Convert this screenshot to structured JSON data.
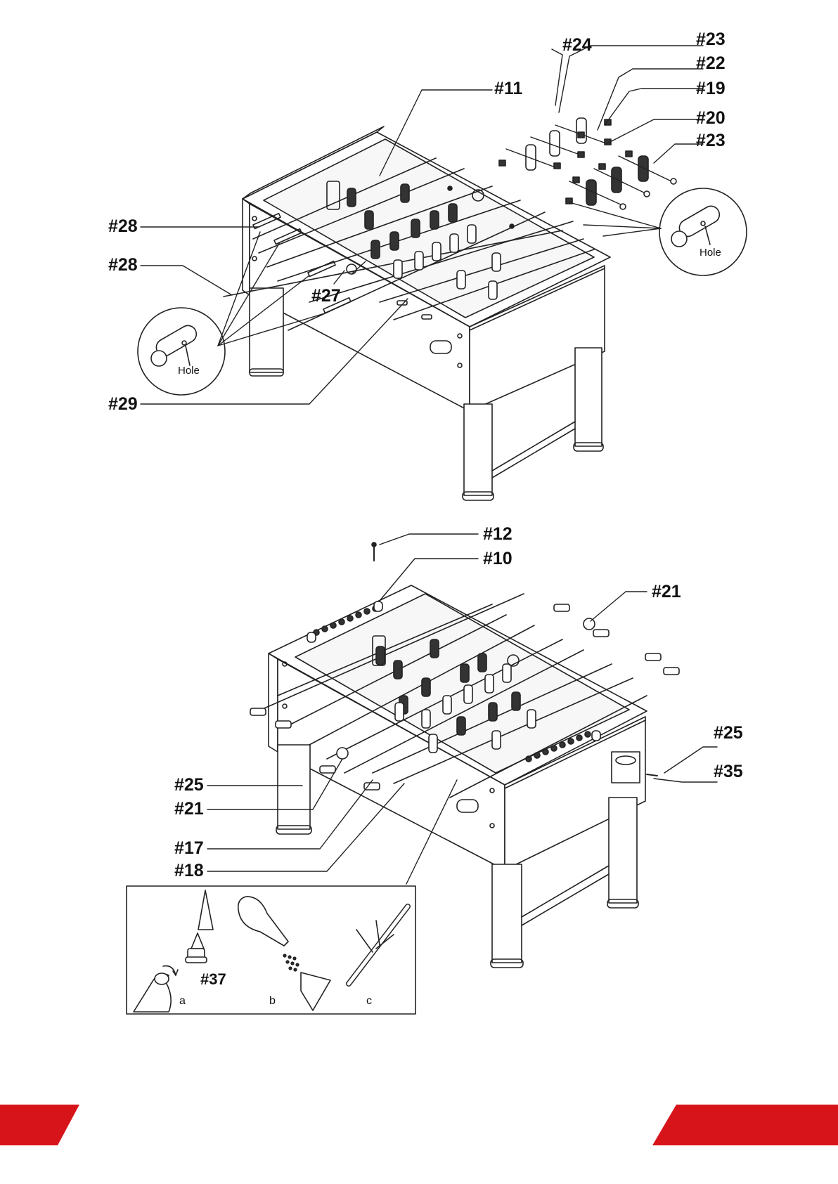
{
  "diagram_top": {
    "labels": [
      "#24",
      "#23",
      "#22",
      "#19",
      "#20",
      "#23",
      "#11",
      "#28",
      "#28",
      "#27",
      "#29"
    ],
    "hole_left": "Hole",
    "hole_right": "Hole"
  },
  "diagram_bottom": {
    "labels": [
      "#12",
      "#10",
      "#21",
      "#25",
      "#35",
      "#25",
      "#21",
      "#17",
      "#18"
    ]
  },
  "inset": {
    "part_label": "#37",
    "steps": [
      "a",
      "b",
      "c"
    ]
  },
  "footer": {
    "accent_color": "#d7141a"
  }
}
